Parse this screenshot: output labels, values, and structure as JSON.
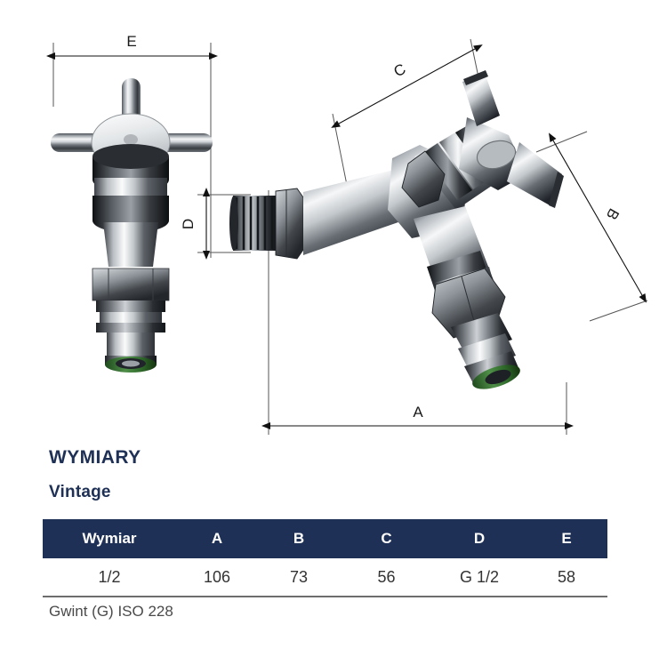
{
  "document": {
    "heading_primary": "WYMIARY",
    "heading_secondary": "Vintage",
    "footnote": "Gwint (G) ISO 228"
  },
  "table": {
    "headers": {
      "name": "Wymiar",
      "a": "A",
      "b": "B",
      "c": "C",
      "d": "D",
      "e": "E"
    },
    "rows": [
      {
        "name": "1/2",
        "a": "106",
        "b": "73",
        "c": "56",
        "d": "G 1/2",
        "e": "58"
      }
    ]
  },
  "drawing": {
    "dimension_labels": {
      "e": "E",
      "c": "C",
      "b": "B",
      "d": "D",
      "a": "A"
    },
    "views": {
      "left": "front-view-tap-with-cross-handle",
      "right": "isometric-view-y-body-tap"
    }
  },
  "colors": {
    "brand_navy": "#1e3055",
    "table_header_text": "#ffffff",
    "body_text": "#333333",
    "footnote_text": "#4a4a4a",
    "rule": "#6d6d6d",
    "chrome_light": "#f2f3f4",
    "chrome_mid": "#a8adb2",
    "chrome_dark": "#3a3e43",
    "oring_green": "#3f7a3a",
    "dimension_line": "#1a1a1a"
  }
}
